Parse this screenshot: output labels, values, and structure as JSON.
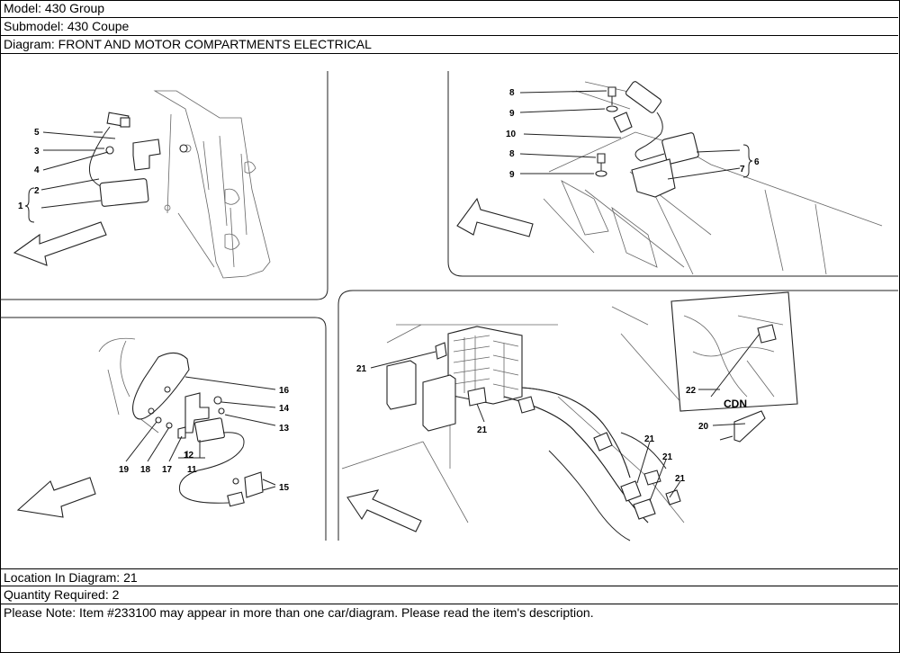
{
  "header": {
    "model": "Model: 430 Group",
    "submodel": "Submodel: 430 Coupe",
    "diagram": "Diagram: FRONT AND MOTOR COMPARTMENTS ELECTRICAL"
  },
  "footer": {
    "location": "Location In Diagram: 21",
    "quantity": "Quantity Required: 2",
    "note": "Please Note: Item #233100 may appear in more than one car/diagram. Please read the item's description."
  },
  "callouts": {
    "p1": [
      "5",
      "3",
      "4",
      "2",
      "1"
    ],
    "p2": [
      "8",
      "9",
      "10",
      "8",
      "9",
      "6",
      "7"
    ],
    "p3": [
      "16",
      "14",
      "13",
      "12",
      "11",
      "19",
      "18",
      "17",
      "15"
    ],
    "p4": [
      "21",
      "21",
      "21",
      "21",
      "21",
      "22",
      "20"
    ],
    "cdn_label": "CDN"
  }
}
